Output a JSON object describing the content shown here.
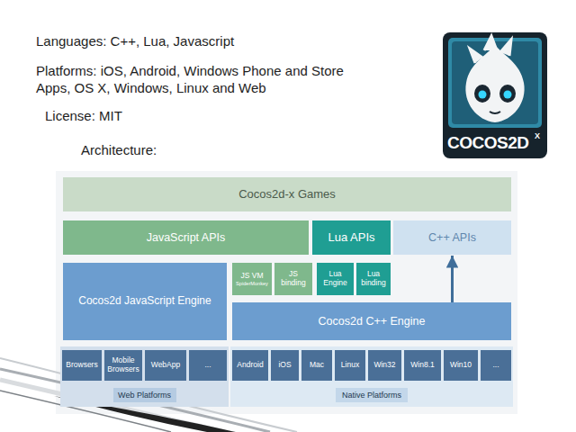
{
  "diagram": {
    "nodes": [
      {
        "text": [
          "Cocos2d-x Games"
        ]
      },
      {
        "text": [
          "JavaScript APIs"
        ]
      },
      {
        "text": [
          "Lua APIs"
        ]
      },
      {
        "text": [
          "C++ APIs"
        ]
      },
      {
        "text": [
          "Cocos2d JavaScript Engine"
        ]
      },
      {
        "text": [
          "JS VM",
          "SpiderMonkey"
        ]
      },
      {
        "text": [
          "JS binding"
        ]
      },
      {
        "text": [
          "Lua Engine"
        ]
      },
      {
        "text": [
          "Lua binding"
        ]
      },
      {
        "text": [
          "Cocos2d C++ Engine"
        ]
      },
      {
        "text": [
          "Web Platforms"
        ]
      },
      {
        "text": [
          "Browsers"
        ],
        "in": 10
      },
      {
        "text": [
          "Mobile Browsers"
        ],
        "in": 10
      },
      {
        "text": [
          "WebApp"
        ],
        "in": 10
      },
      {
        "text": [
          "..."
        ],
        "in": 10
      },
      {
        "text": [
          "Native Platforms"
        ]
      },
      {
        "text": [
          "Android"
        ],
        "in": 15
      },
      {
        "text": [
          "iOS"
        ],
        "in": 15
      },
      {
        "text": [
          "Mac"
        ],
        "in": 15
      },
      {
        "text": [
          "Linux"
        ],
        "in": 15
      },
      {
        "text": [
          "Win32"
        ],
        "in": 15
      },
      {
        "text": [
          "Win8.1"
        ],
        "in": 15
      },
      {
        "text": [
          "Win10"
        ],
        "in": 15
      },
      {
        "text": [
          "..."
        ],
        "in": 15
      }
    ],
    "edges": [
      {
        "from": 9,
        "to": 3,
        "arrow": "to"
      }
    ],
    "labels": [
      "Languages: C++, Lua, Javascript",
      "Platforms: iOS, Android, Windows Phone and Store Apps, OS X, Windows, Linux and Web",
      "License: MIT",
      "Architecture:",
      "COCOS2D",
      "X"
    ]
  }
}
